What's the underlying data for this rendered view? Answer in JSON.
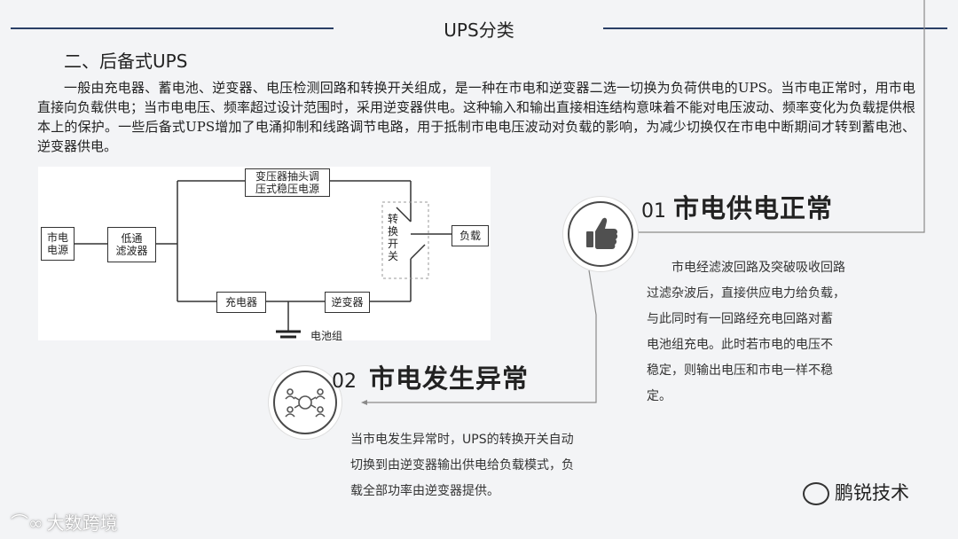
{
  "page": {
    "title": "UPS分类",
    "heading": "二、后备式UPS"
  },
  "intro": "一般由充电器、蓄电池、逆变器、电压检测回路和转换开关组成，是一种在市电和逆变器二选一切换为负荷供电的UPS。当市电正常时，用市电直接向负载供电；当市电电压、频率超过设计范围时，采用逆变器供电。这种输入和输出直接相连结构意味着不能对电压波动、频率变化为负载提供根本上的保护。一些后备式UPS增加了电涌抑制和线路调节电路，用于抵制市电电压波动对负载的影响，为减少切换仅在市电中断期间才转到蓄电池、逆变器供电。",
  "diagram": {
    "mains": "市电\n电源",
    "filter": "低通\n滤波器",
    "regulator": "变压器抽头调\n压式稳压电源",
    "switch": "转\n换\n开\n关",
    "load": "负载",
    "charger": "充电器",
    "inverter": "逆变器",
    "battery": "电池组"
  },
  "card1": {
    "num": "01",
    "title": "市电供电正常",
    "icon": "thumbs-up-icon",
    "lines": [
      "市电经滤波回路及突破吸收回路",
      "过滤杂波后，直接供应电力给负载，",
      "与此同时有一回路经充电回路对蓄",
      "电池组充电。此时若市电的电压不",
      "稳定，则输出电压和市电一样不稳",
      "定。"
    ]
  },
  "card2": {
    "num": "02",
    "title": "市电发生异常",
    "icon": "network-users-icon",
    "lines": [
      "当市电发生异常时，UPS的转换开关自动",
      "切换到由逆变器输出供电给负载模式，负",
      "载全部功率由逆变器提供。"
    ]
  },
  "watermarks": {
    "left": "大数跨境",
    "right": "鹏锐技术"
  },
  "colors": {
    "title_line": "#2a3f66",
    "connector": "#8a8a8a"
  }
}
